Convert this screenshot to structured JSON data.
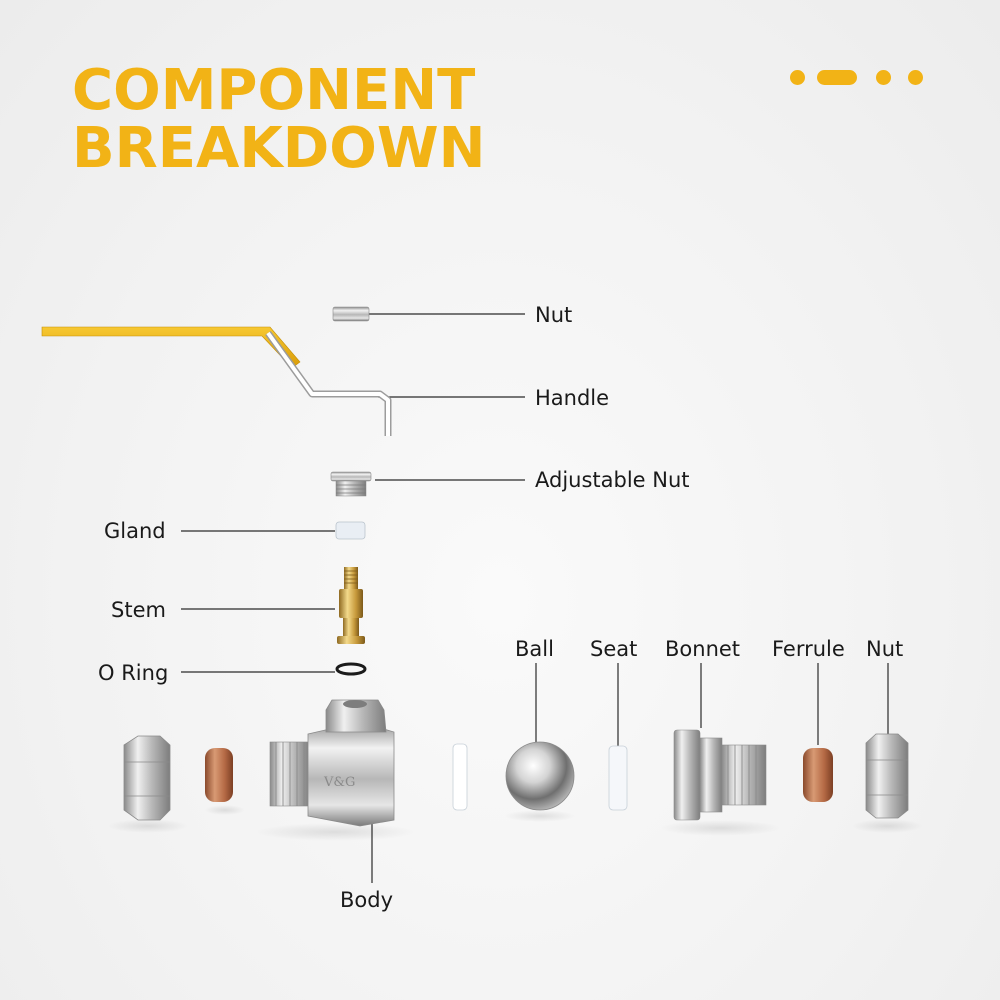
{
  "header": {
    "title_line1": "COMPONENT",
    "title_line2": "BREAKDOWN"
  },
  "colors": {
    "accent": "#f2b316",
    "text": "#1a1a1a",
    "brass": "#c8a04a",
    "copper": "#b76c45",
    "chrome": "#c9c9c9"
  },
  "parts": {
    "nut_top": "Nut",
    "handle": "Handle",
    "adjustable_nut": "Adjustable Nut",
    "gland": "Gland",
    "stem": "Stem",
    "o_ring": "O Ring",
    "ball": "Ball",
    "seat": "Seat",
    "bonnet": "Bonnet",
    "ferrule": "Ferrule",
    "nut_right": "Nut",
    "body": "Body"
  },
  "body_marking": "V&G"
}
